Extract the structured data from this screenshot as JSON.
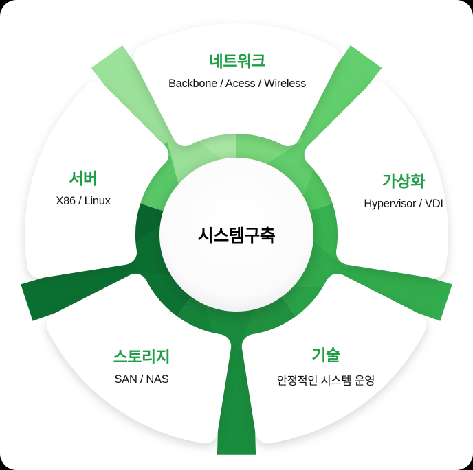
{
  "center": {
    "label": "시스템구축"
  },
  "segments": [
    {
      "id": "network",
      "title": "네트워크",
      "subtitle": "Backbone / Acess / Wireless"
    },
    {
      "id": "virtualization",
      "title": "가상화",
      "subtitle": "Hypervisor / VDI"
    },
    {
      "id": "technology",
      "title": "기술",
      "subtitle": "안정적인 시스템 운영"
    },
    {
      "id": "storage",
      "title": "스토리지",
      "subtitle": "SAN / NAS"
    },
    {
      "id": "server",
      "title": "서버",
      "subtitle": "X86 / Linux"
    }
  ],
  "palette": {
    "title_green": "#1F9E47",
    "text_dark": "#131313",
    "background": "#FFFFFF",
    "petal_white": "#FFFFFF",
    "ring": [
      "#A9E7A4",
      "#7BD87B",
      "#52C65F",
      "#38B451",
      "#2BA348",
      "#219340",
      "#168439",
      "#0D7434",
      "#0A662E",
      "#5BC96A"
    ],
    "spokes": [
      "#9BE199",
      "#63CE6D",
      "#31AB4C",
      "#1A8C3D",
      "#0B6F31"
    ]
  }
}
